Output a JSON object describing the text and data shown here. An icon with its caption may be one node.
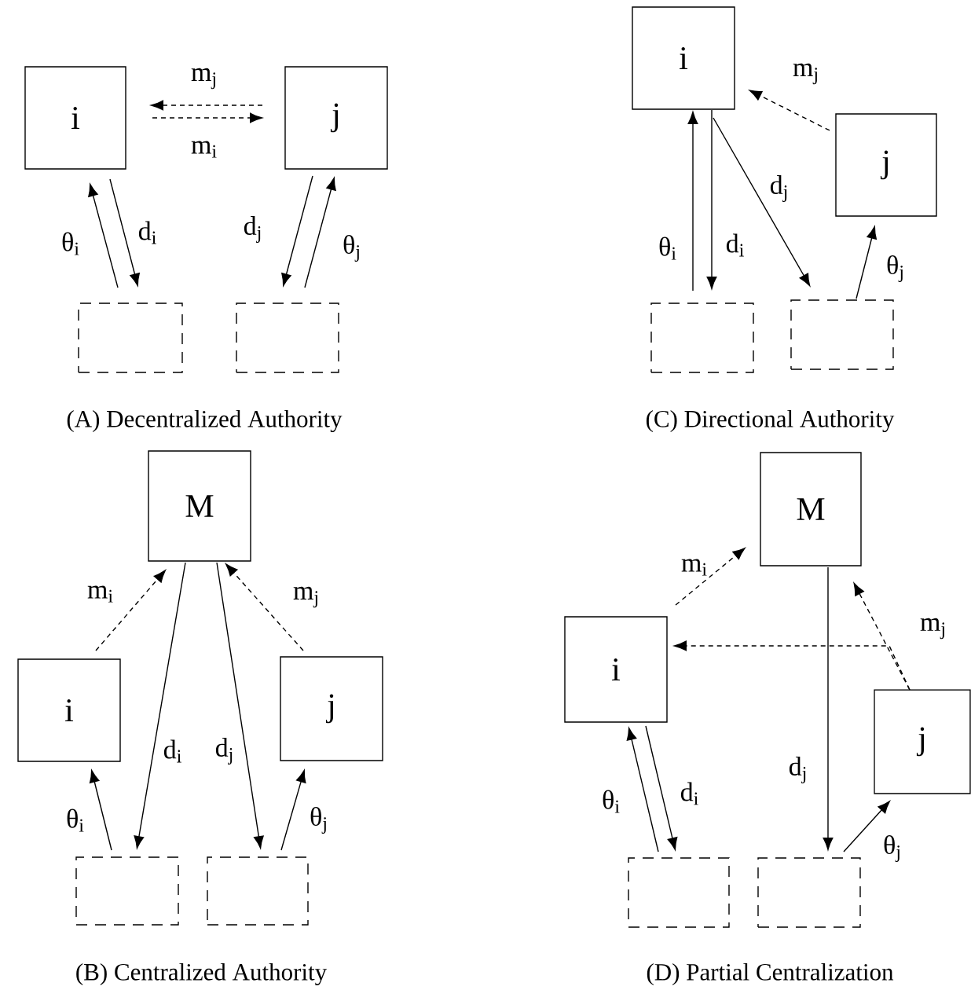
{
  "diagram": {
    "nodes": [
      {
        "text": [
          "i"
        ]
      },
      {
        "text": [
          "j"
        ]
      },
      {
        "text": [],
        "shape": "box"
      },
      {
        "text": [],
        "shape": "box"
      },
      {
        "text": [
          "i"
        ]
      },
      {
        "text": [
          "j"
        ]
      },
      {
        "text": [],
        "shape": "box"
      },
      {
        "text": [],
        "shape": "box"
      },
      {
        "text": [
          "M"
        ]
      },
      {
        "text": [
          "i"
        ]
      },
      {
        "text": [
          "j"
        ]
      },
      {
        "text": [],
        "shape": "box"
      },
      {
        "text": [],
        "shape": "box"
      },
      {
        "text": [
          "M"
        ]
      },
      {
        "text": [
          "i"
        ]
      },
      {
        "text": [
          "j"
        ]
      },
      {
        "text": [],
        "shape": "box"
      },
      {
        "text": [],
        "shape": "box"
      }
    ],
    "edges": [
      {
        "from": 1,
        "to": 0,
        "arrow": "to",
        "style": "dashed",
        "label": "m$_{j}$"
      },
      {
        "from": 0,
        "to": 1,
        "arrow": "to",
        "style": "dashed",
        "label": "m$_{i}$"
      },
      {
        "from": 2,
        "to": 0,
        "arrow": "to",
        "label": "θ$_{i}$"
      },
      {
        "from": 0,
        "to": 2,
        "arrow": "to",
        "label": "d$_{i}$"
      },
      {
        "from": 1,
        "to": 3,
        "arrow": "to",
        "label": "d$_{j}$"
      },
      {
        "from": 3,
        "to": 1,
        "arrow": "to",
        "label": "θ$_{j}$"
      },
      {
        "from": 5,
        "to": 4,
        "arrow": "to",
        "style": "dashed",
        "label": "m$_{j}$"
      },
      {
        "from": 6,
        "to": 4,
        "arrow": "to",
        "label": "θ$_{i}$"
      },
      {
        "from": 4,
        "to": 6,
        "arrow": "to",
        "label": "d$_{i}$"
      },
      {
        "from": 4,
        "to": 7,
        "arrow": "to",
        "label": "d$_{j}$"
      },
      {
        "from": 7,
        "to": 5,
        "arrow": "to",
        "label": "θ$_{j}$"
      },
      {
        "from": 9,
        "to": 8,
        "arrow": "to",
        "style": "dashed",
        "label": "m$_{i}$"
      },
      {
        "from": 10,
        "to": 8,
        "arrow": "to",
        "style": "dashed",
        "label": "m$_{j}$"
      },
      {
        "from": 8,
        "to": 11,
        "arrow": "to",
        "label": "d$_{i}$"
      },
      {
        "from": 8,
        "to": 12,
        "arrow": "to",
        "label": "d$_{j}$"
      },
      {
        "from": 11,
        "to": 9,
        "arrow": "to",
        "label": "θ$_{i}$"
      },
      {
        "from": 12,
        "to": 10,
        "arrow": "to",
        "label": "θ$_{j}$"
      },
      {
        "from": 14,
        "to": 13,
        "arrow": "to",
        "style": "dashed",
        "label": "m$_{i}$"
      },
      {
        "from": 15,
        "to": 13,
        "arrow": "to",
        "style": "dashed",
        "label": "m$_{j}$"
      },
      {
        "from": 15,
        "to": 14,
        "arrow": "to",
        "style": "dashed"
      },
      {
        "from": 13,
        "to": 17,
        "arrow": "to",
        "label": "d$_{j}$"
      },
      {
        "from": 16,
        "to": 14,
        "arrow": "to",
        "label": "θ$_{i}$"
      },
      {
        "from": 14,
        "to": 16,
        "arrow": "to",
        "label": "d$_{i}$"
      },
      {
        "from": 17,
        "to": 15,
        "arrow": "to",
        "label": "θ$_{j}$"
      }
    ],
    "labels": [
      "(A) Decentralized Authority",
      "(C) Directional Authority",
      "(B) Centralized Authority",
      "(D) Partial Centralization"
    ]
  }
}
